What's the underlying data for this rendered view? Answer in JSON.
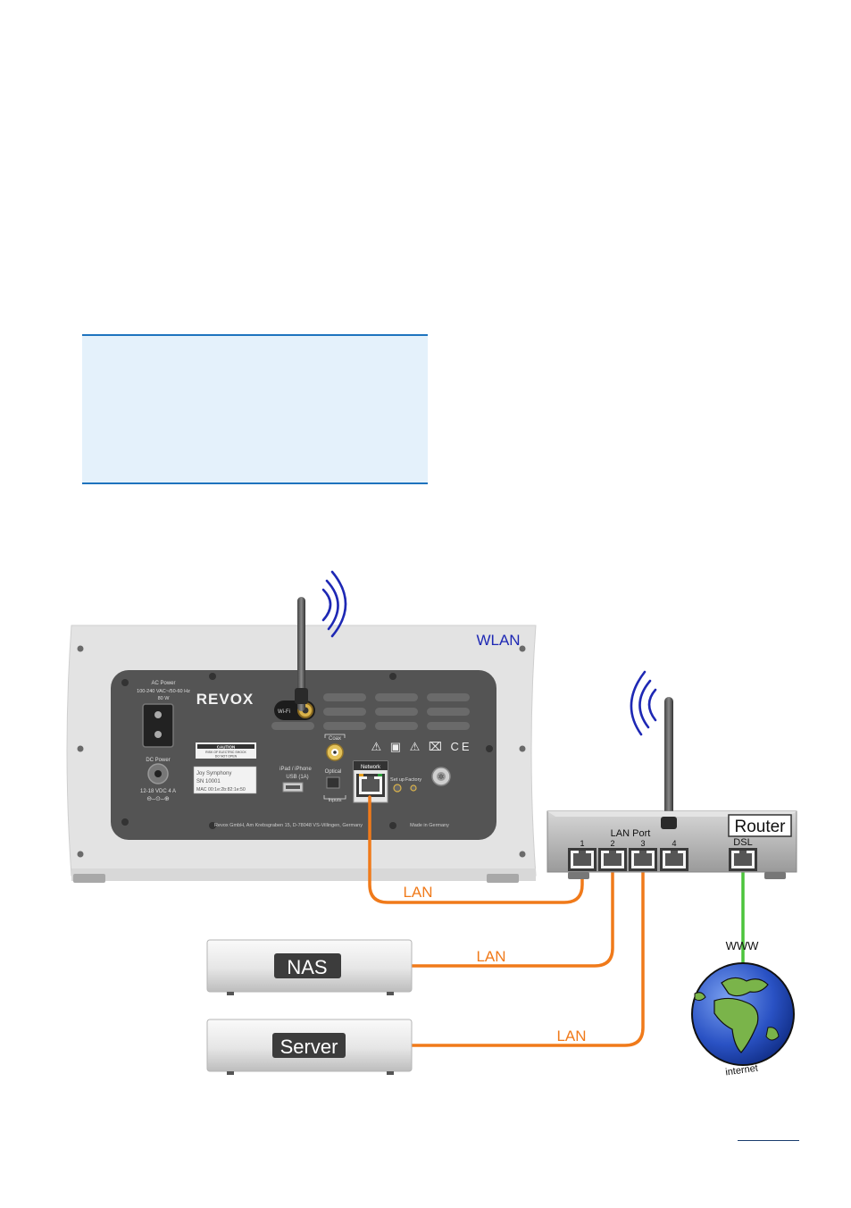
{
  "device": {
    "brand": "REVOX",
    "wlan_label": "WLAN",
    "wifi_label": "Wi-Fi",
    "ac_power_title": "AC Power",
    "ac_power_spec1": "100-240 VAC~/50-60 Hz",
    "ac_power_spec2": "80 W",
    "dc_power_title": "DC Power",
    "dc_power_spec": "12-18 VDC 4 A",
    "caution_title": "CAUTION",
    "caution_line1": "RISK OF ELECTRIC SHOCK",
    "caution_line2": "DO NOT OPEN",
    "info_line1": "Joy Symphony",
    "info_line2": "SN 10001",
    "info_line3": "MAC 00:1e:2b:82:1e:50",
    "usb_label1": "iPad / iPhone",
    "usb_label2": "USB (1A)",
    "coax_label": "Coax",
    "optical_label": "Optical",
    "inputs_label": "Inputs",
    "network_label": "Network",
    "setup_label": "Set up",
    "factory_label": "Factory",
    "footer_address": "Revox GmbH, Am Krebsgraben 15, D-78048 VS-Villingen, Germany",
    "footer_made": "Made in Germany"
  },
  "router": {
    "title": "Router",
    "lan_port_label": "LAN Port",
    "dsl_label": "DSL",
    "ports": [
      "1",
      "2",
      "3",
      "4"
    ]
  },
  "nas": {
    "label": "NAS"
  },
  "server": {
    "label": "Server"
  },
  "globe": {
    "top_label": "WWW",
    "bottom_label": "internet"
  },
  "links": {
    "lan1": "LAN",
    "lan2": "LAN",
    "lan3": "LAN"
  },
  "colors": {
    "lan_cable": "#f07a1a",
    "dsl_cable": "#4cc43c",
    "wifi_waves": "#1e28b4",
    "accent": "#1e73be"
  }
}
